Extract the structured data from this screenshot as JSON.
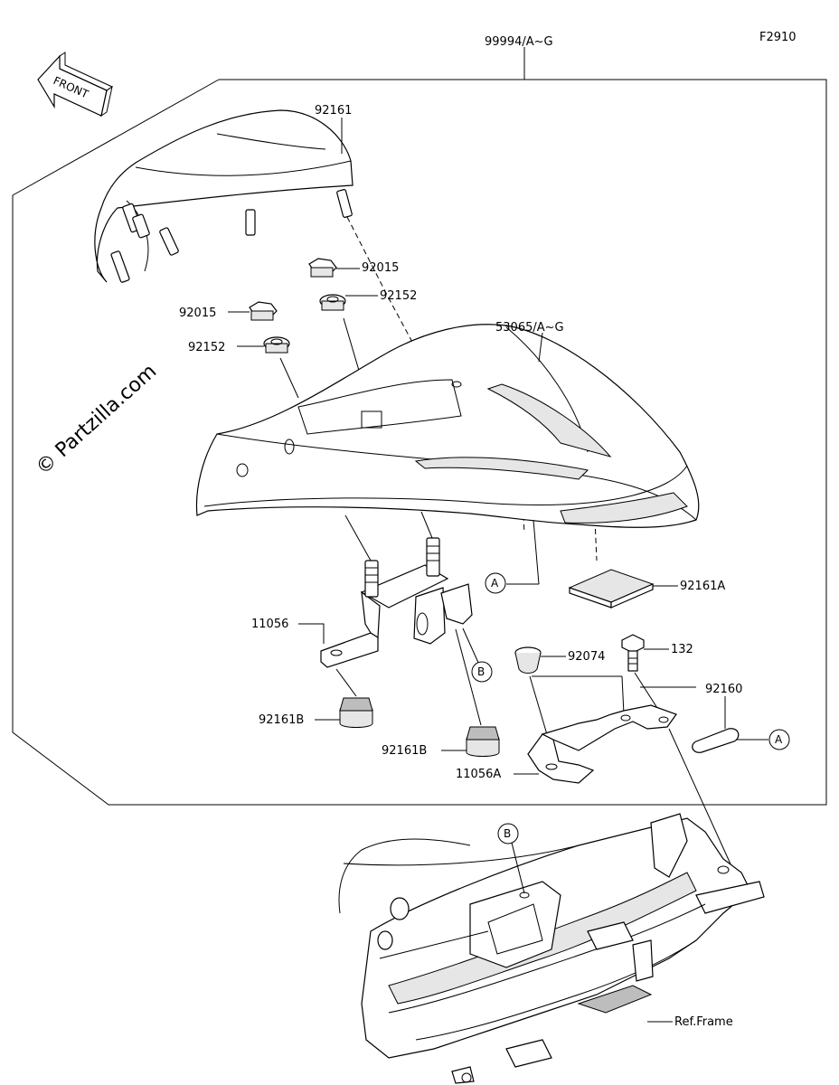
{
  "figure_code": "F2910",
  "front_label": "FRONT",
  "watermark": "© Partzilla.com",
  "callouts": {
    "kit": "99994/A~G",
    "seat_cover": "92161",
    "nut_upper": "92015",
    "washer_upper": "92152",
    "nut_left": "92015",
    "washer_left": "92152",
    "cowl": "53065/A~G",
    "pad": "92161A",
    "bracket": "11056",
    "damper_left": "92161B",
    "damper_right": "92161B",
    "grommet": "92074",
    "bolt": "132",
    "band": "92160",
    "bracket_a": "11056A",
    "ref_frame": "Ref.Frame"
  },
  "refs": {
    "a1": "A",
    "a2": "A",
    "b1": "B",
    "b2": "B"
  }
}
